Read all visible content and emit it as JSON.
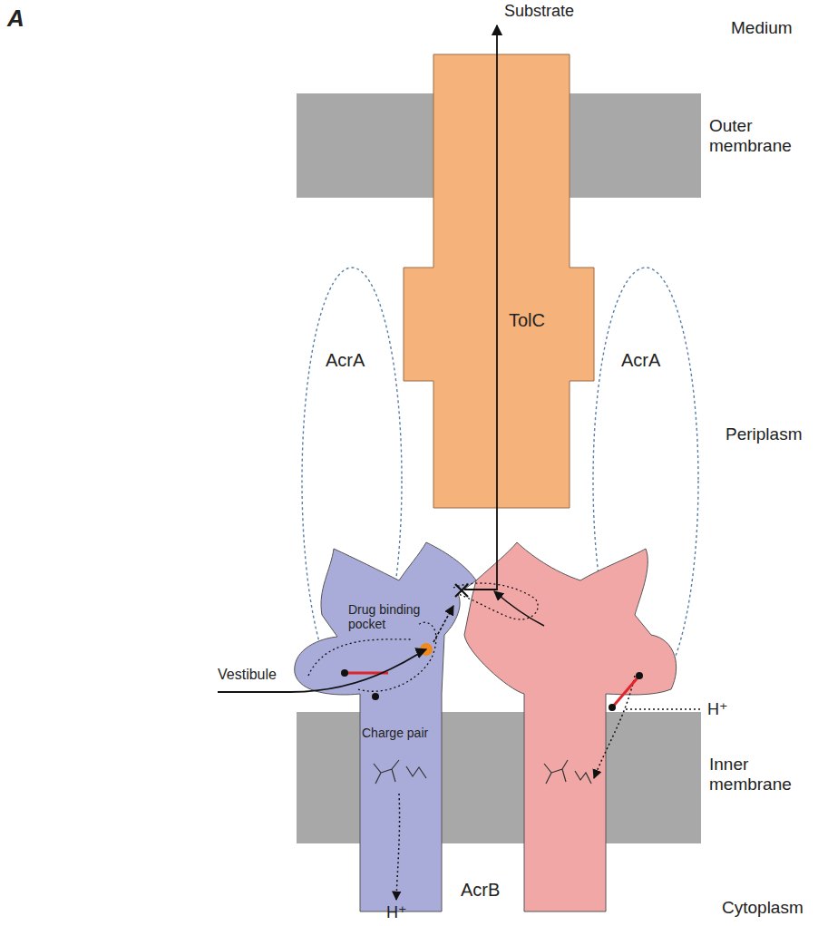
{
  "diagram": {
    "nodes": [
      {
        "text": [
          "TolC"
        ]
      },
      {
        "text": [
          "AcrA"
        ]
      },
      {
        "text": [
          "AcrA"
        ]
      },
      {
        "text": [
          "AcrB"
        ]
      }
    ],
    "labels": [
      "A",
      "Substrate",
      "Medium",
      "Outer membrane",
      "Periplasm",
      "Drug binding pocket",
      "Vestibule",
      "H⁺",
      "Inner membrane",
      "Charge pair",
      "H⁺",
      "Cytoplasm"
    ]
  }
}
